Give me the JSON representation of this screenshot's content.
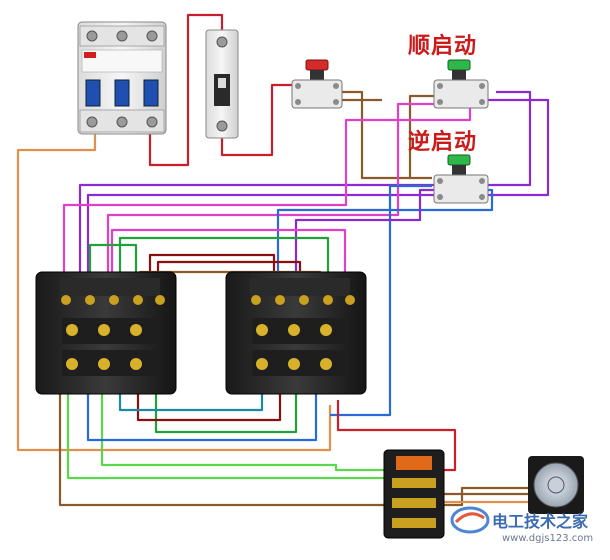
{
  "labels": {
    "forward_start": "顺启动",
    "reverse_start": "逆启动"
  },
  "watermark": {
    "site_name": "电工技术之家",
    "url": "www.dgjs123.com"
  },
  "components": {
    "main_breaker": "circuit-breaker-3p",
    "control_breaker": "circuit-breaker-1p",
    "stop_button": "red-stop-pushbutton",
    "forward_button": "green-forward-pushbutton",
    "reverse_button": "green-reverse-pushbutton",
    "contactor_forward": "ac-contactor",
    "contactor_reverse": "ac-contactor",
    "overload_relay": "thermal-overload-relay",
    "motor": "three-phase-motor"
  },
  "colors": {
    "label_red": "#cc1a1a",
    "stop_button": "#d42a2a",
    "start_button": "#2eb84a",
    "wire_orange": "#e0904a",
    "wire_red": "#c8202a",
    "wire_brown": "#8a5a2a",
    "wire_purple": "#8a2ad0",
    "wire_magenta": "#e040c8",
    "wire_blue": "#2a6ad8",
    "wire_green": "#22a03a",
    "wire_lightgreen": "#5ad84a",
    "wire_darkred": "#8a1010",
    "wire_teal": "#1a8aa0"
  }
}
